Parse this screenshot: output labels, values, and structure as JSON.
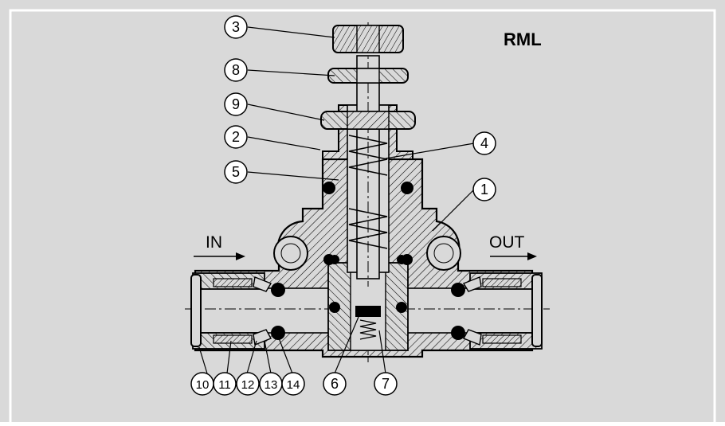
{
  "title": "RML",
  "port_labels": {
    "in": "IN",
    "out": "OUT"
  },
  "callouts": [
    "1",
    "2",
    "3",
    "4",
    "5",
    "6",
    "7",
    "8",
    "9",
    "10",
    "11",
    "12",
    "13",
    "14"
  ],
  "colors": {
    "background": "#d9d9d9",
    "line": "#000000",
    "hatch": "#000000",
    "frame": "#ffffff"
  }
}
